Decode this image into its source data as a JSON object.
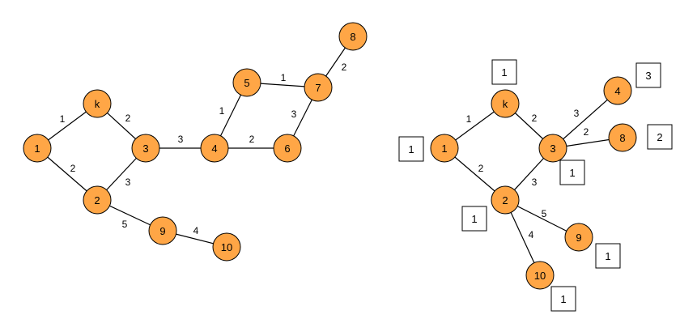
{
  "colors": {
    "node_fill": "#FFA646",
    "stroke": "#000000"
  },
  "left_graph": {
    "nodes": [
      {
        "id": "1",
        "label": "1"
      },
      {
        "id": "k",
        "label": "k"
      },
      {
        "id": "2",
        "label": "2"
      },
      {
        "id": "3",
        "label": "3"
      },
      {
        "id": "4",
        "label": "4"
      },
      {
        "id": "5",
        "label": "5"
      },
      {
        "id": "6",
        "label": "6"
      },
      {
        "id": "7",
        "label": "7"
      },
      {
        "id": "8",
        "label": "8"
      },
      {
        "id": "9",
        "label": "9"
      },
      {
        "id": "10",
        "label": "10"
      }
    ],
    "edges": [
      {
        "from": "1",
        "to": "k",
        "weight": "1"
      },
      {
        "from": "1",
        "to": "2",
        "weight": "2"
      },
      {
        "from": "k",
        "to": "3",
        "weight": "2"
      },
      {
        "from": "2",
        "to": "3",
        "weight": "3"
      },
      {
        "from": "3",
        "to": "4",
        "weight": "3"
      },
      {
        "from": "4",
        "to": "5",
        "weight": "1"
      },
      {
        "from": "4",
        "to": "6",
        "weight": "2"
      },
      {
        "from": "5",
        "to": "7",
        "weight": "1"
      },
      {
        "from": "6",
        "to": "7",
        "weight": "3"
      },
      {
        "from": "7",
        "to": "8",
        "weight": "2"
      },
      {
        "from": "2",
        "to": "9",
        "weight": "5"
      },
      {
        "from": "9",
        "to": "10",
        "weight": "4"
      }
    ]
  },
  "right_graph": {
    "nodes": [
      {
        "id": "1",
        "label": "1"
      },
      {
        "id": "k",
        "label": "k"
      },
      {
        "id": "3",
        "label": "3"
      },
      {
        "id": "2",
        "label": "2"
      },
      {
        "id": "4",
        "label": "4"
      },
      {
        "id": "8",
        "label": "8"
      },
      {
        "id": "9",
        "label": "9"
      },
      {
        "id": "10",
        "label": "10"
      }
    ],
    "edges": [
      {
        "from": "1",
        "to": "k",
        "weight": "1"
      },
      {
        "from": "1",
        "to": "2",
        "weight": "2"
      },
      {
        "from": "k",
        "to": "3",
        "weight": "2"
      },
      {
        "from": "2",
        "to": "3",
        "weight": "3"
      },
      {
        "from": "3",
        "to": "4",
        "weight": "3"
      },
      {
        "from": "3",
        "to": "8",
        "weight": "2"
      },
      {
        "from": "2",
        "to": "9",
        "weight": "5"
      },
      {
        "from": "2",
        "to": "10",
        "weight": "4"
      }
    ],
    "boxes": [
      {
        "for": "1",
        "label": "1"
      },
      {
        "for": "k",
        "label": "1"
      },
      {
        "for": "3",
        "label": "1"
      },
      {
        "for": "2",
        "label": "1"
      },
      {
        "for": "4",
        "label": "3"
      },
      {
        "for": "8",
        "label": "2"
      },
      {
        "for": "9",
        "label": "1"
      },
      {
        "for": "10",
        "label": "1"
      }
    ]
  }
}
